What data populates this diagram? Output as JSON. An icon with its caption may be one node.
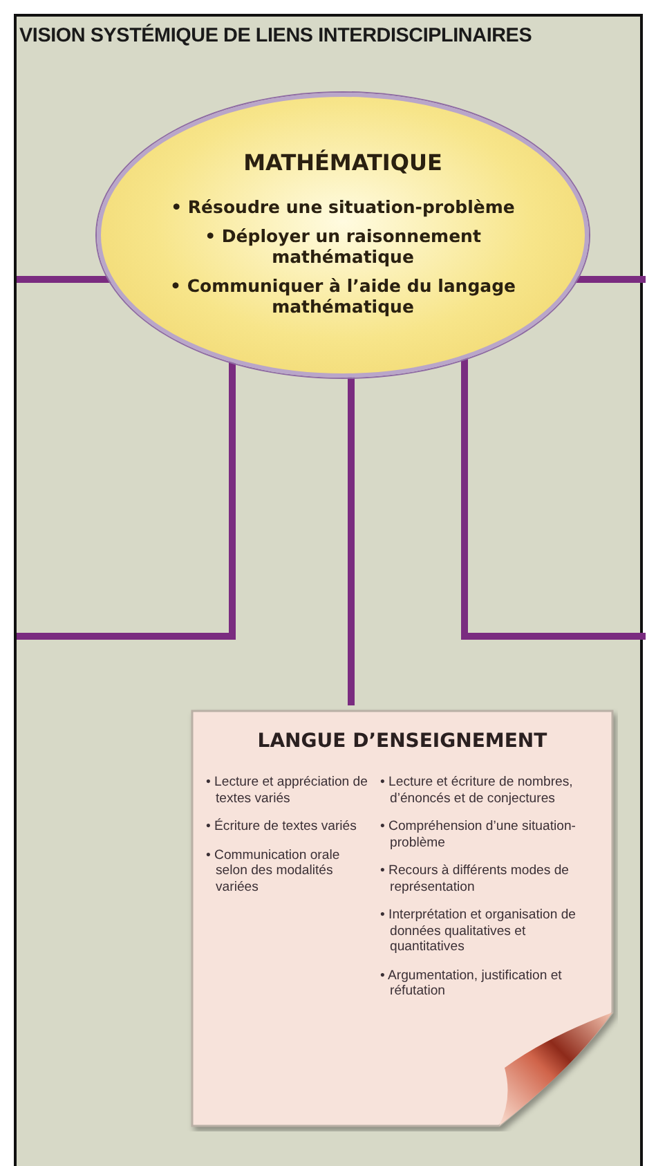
{
  "diagram": {
    "title": "VISION SYSTÉMIQUE DE LIENS INTERDISCIPLINAIRES",
    "nodes": [
      {
        "text": [
          "MATHÉMATIQUE",
          "• Résoudre une situation-problème",
          "• Déployer un raisonnement mathématique",
          "• Communiquer à l’aide du langage mathématique"
        ]
      },
      {
        "text": [
          "LANGUE D’ENSEIGNEMENT",
          "• Lecture et appréciation de textes variés",
          "• Écriture de textes variés",
          "• Communication orale selon des modalités variées",
          "• Lecture et écriture de nombres, d’énoncés et de conjectures",
          "• Compréhension d’une situation-problème",
          "• Recours à différents modes de représentation",
          "• Interprétation et organisation de données qualitatives et quantitatives",
          "• Argumentation, justification et réfutation"
        ]
      }
    ],
    "edges": [
      {
        "from": 0,
        "to": null,
        "arrow": "none"
      },
      {
        "from": 0,
        "to": null,
        "arrow": "none"
      },
      {
        "from": 0,
        "to": null,
        "arrow": "none"
      },
      {
        "from": 0,
        "to": 1,
        "arrow": "none"
      },
      {
        "from": 0,
        "to": null,
        "arrow": "none"
      }
    ]
  }
}
